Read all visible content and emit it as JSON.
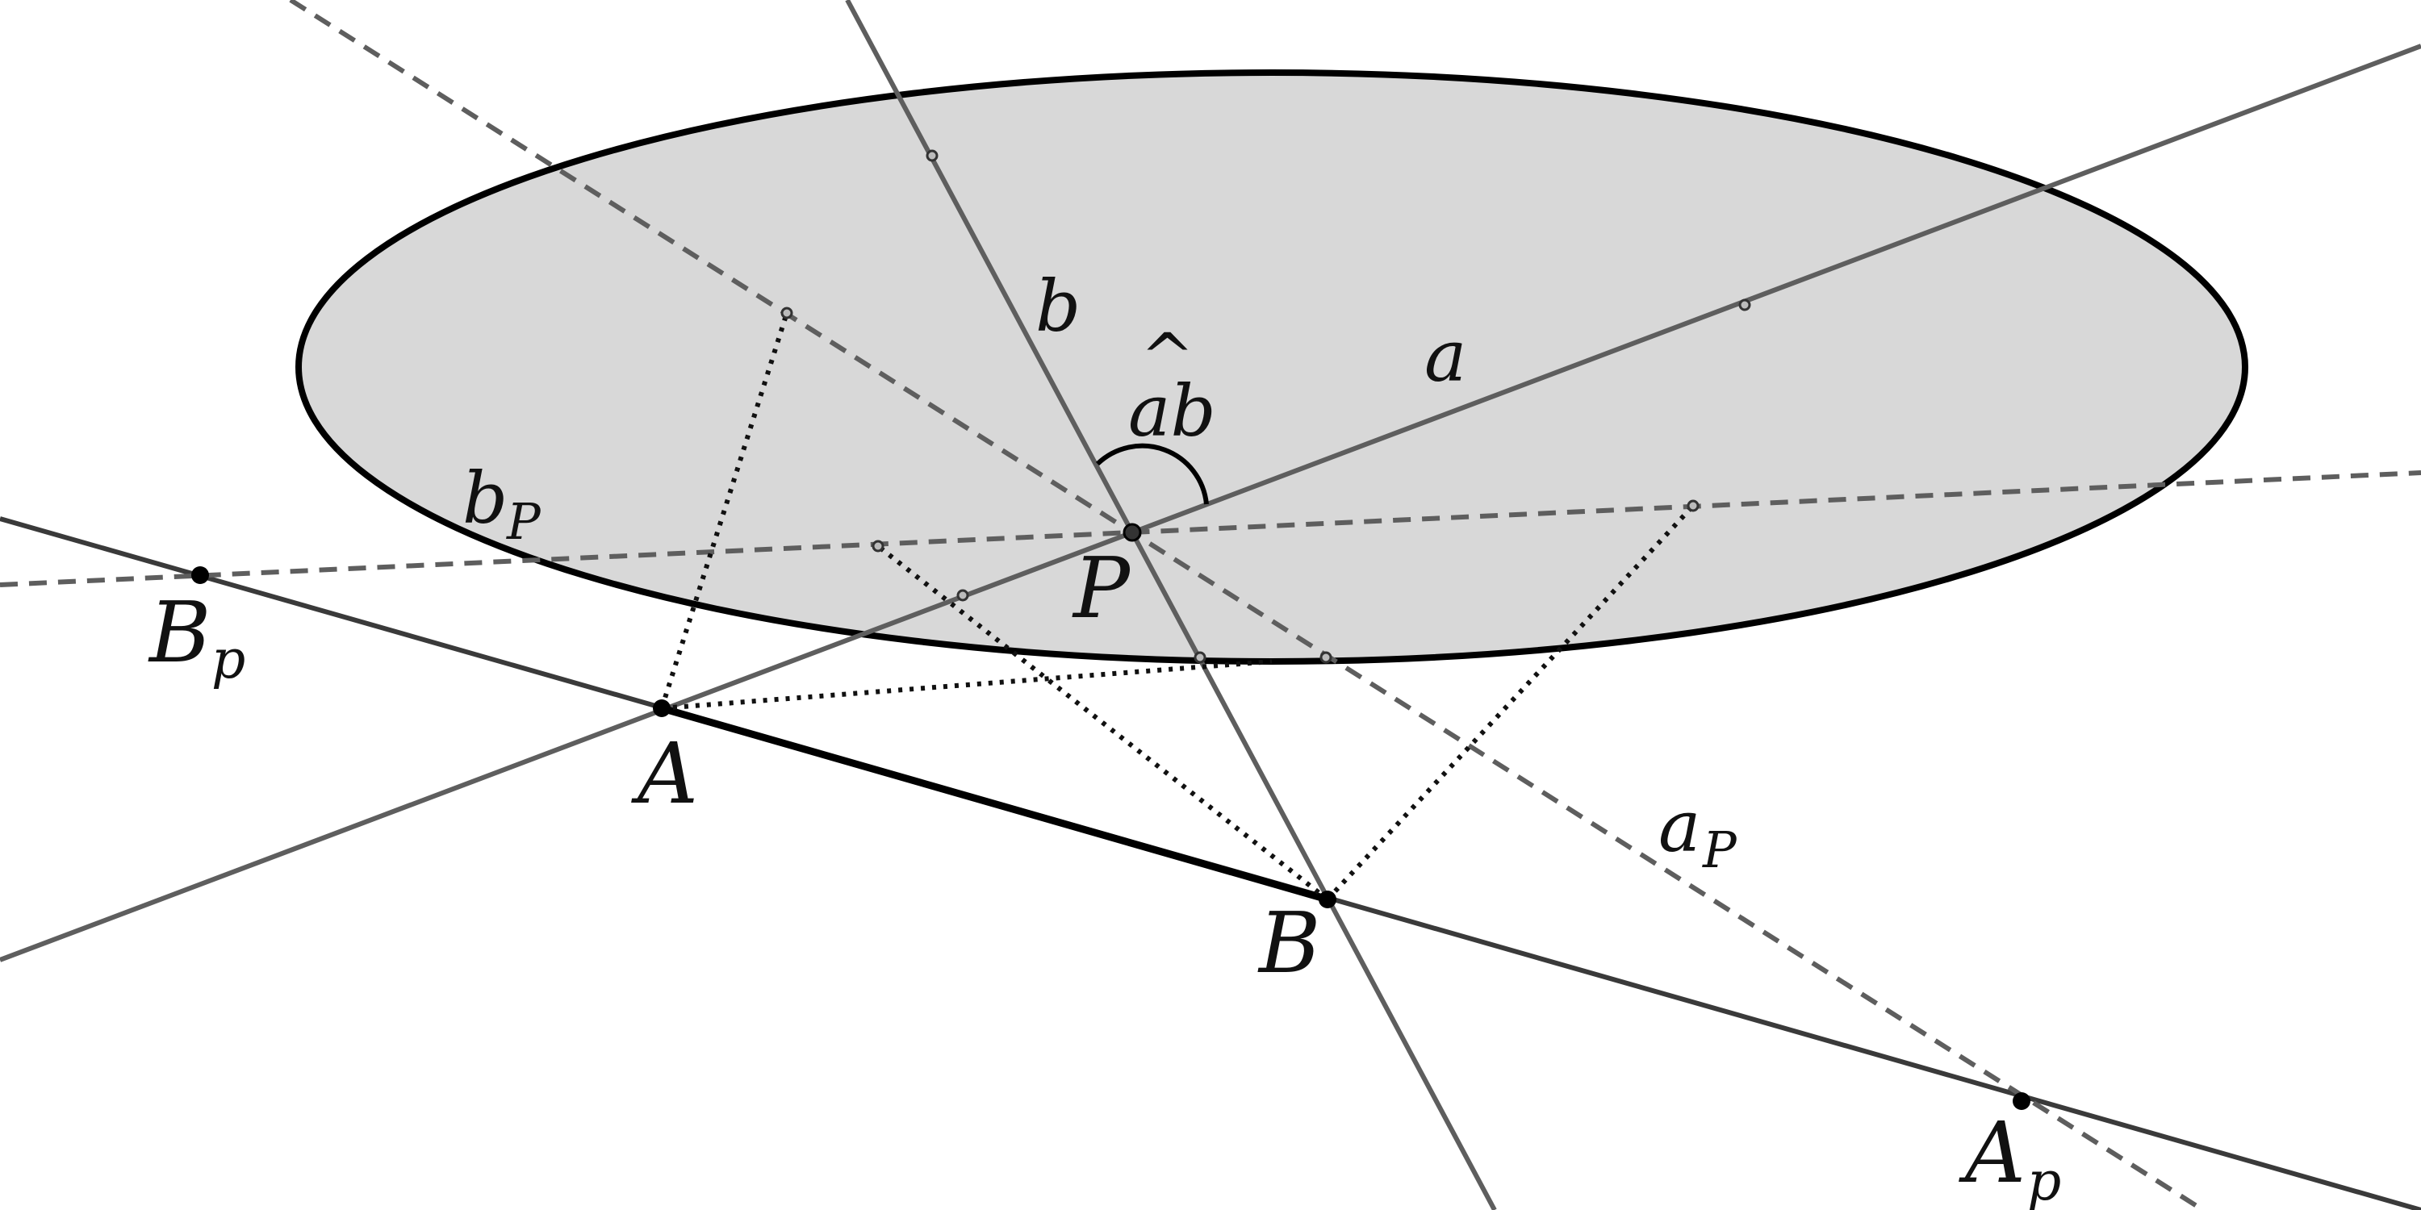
{
  "labels": {
    "a": "a",
    "b": "b",
    "angle": "ab",
    "angle_hat": "^",
    "aP_main": "a",
    "aP_sub": "P",
    "bP_main": "b",
    "bP_sub": "P",
    "P": "P",
    "A": "A",
    "B": "B",
    "Ap_main": "A",
    "Ap_sub": "p",
    "Bp_main": "B",
    "Bp_sub": "p"
  },
  "colors": {
    "ellipse_fill": "#d8d8d8",
    "ellipse_stroke": "#000000",
    "solid_line": "#5e5e5e",
    "dark_line": "#3a3a3a",
    "dashed_line": "#5e5e5e",
    "dotted_line": "#111111",
    "point": "#111111",
    "small_point_fill": "#bbbbbb"
  }
}
